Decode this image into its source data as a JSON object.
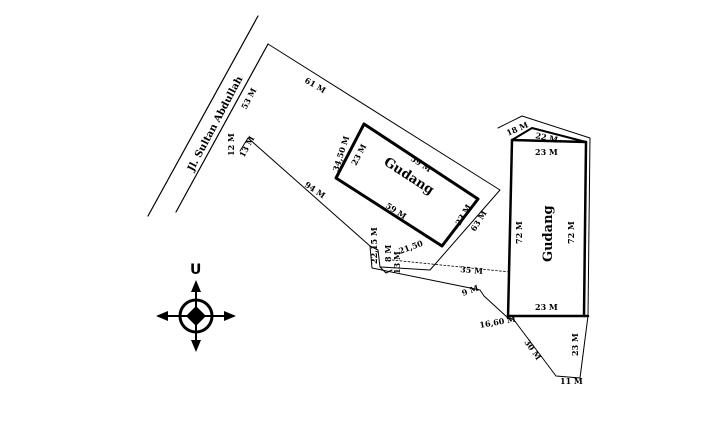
{
  "road_name": "Jl. Sultan Abdullah",
  "north_label": "U",
  "buildings": [
    {
      "id": "gudang-left",
      "label": "Gudang"
    },
    {
      "id": "gudang-right",
      "label": "Gudang"
    }
  ],
  "dimensions": {
    "d61": "61 M",
    "d53": "53 M",
    "d13": "13 M",
    "d12": "12 M",
    "d94": "94 M",
    "d3450": "34,50 M",
    "d59_top": "59 M",
    "d23_left": "23 M",
    "d59_bottom": "59 M",
    "d23_right": "23 M",
    "d63": "63 M",
    "d18": "18 M",
    "d22": "22 M",
    "d23_top": "23 M",
    "d72_left": "72 M",
    "d72_right": "72 M",
    "d2215": "22,15 M",
    "d2150": "21,50",
    "d35": "35 M",
    "d8": "8 M",
    "d13b": "13 M",
    "d9m": "9 M",
    "d23_bottom": "23 M",
    "d1660": "16,60 M",
    "d30": "30 M",
    "d23_far": "23 M",
    "d11": "11 M"
  },
  "colors": {
    "line": "#000000",
    "background": "#ffffff"
  },
  "icons": {
    "compass": "compass-rose-icon"
  }
}
